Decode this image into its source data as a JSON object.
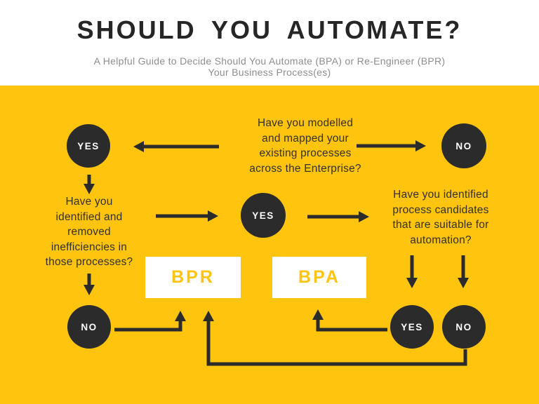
{
  "header": {
    "title": "SHOULD YOU AUTOMATE?",
    "subtitle": "A Helpful Guide to Decide Should You Automate (BPA) or Re-Engineer (BPR)\nYour Business Process(es)"
  },
  "colors": {
    "brand_yellow": "#FFC40D",
    "node_dark": "#2B2B2B",
    "title_text": "#262626",
    "question_text": "#33302A",
    "subtitle_gray": "#8E8E8E",
    "box_white": "#FFFFFF"
  },
  "flowchart": {
    "questions": {
      "q1": "Have you modelled\nand mapped your\nexisting processes\nacross the Enterprise?",
      "q2": "Have you\nidentified and\nremoved\ninefficiencies in\nthose processes?",
      "q3": "Have you identified\nprocess candidates\nthat are suitable for\nautomation?"
    },
    "nodes": {
      "yes_top_left": "YES",
      "no_top_right": "NO",
      "yes_center": "YES",
      "no_bottom_left": "NO",
      "yes_bottom_right": "YES",
      "no_bottom_right": "NO"
    },
    "outcomes": {
      "bpr": "BPR",
      "bpa": "BPA"
    }
  }
}
